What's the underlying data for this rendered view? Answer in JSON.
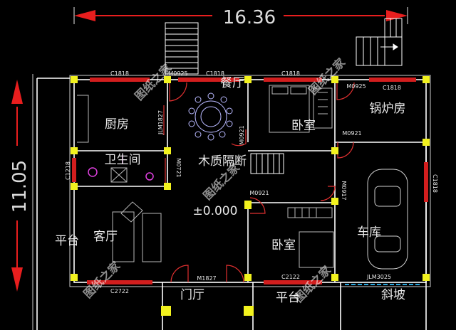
{
  "dimensions": {
    "width": "16.36",
    "depth": "11.05"
  },
  "rooms": {
    "kitchen": "厨房",
    "dining": "餐厅",
    "bedroom_top": "卧室",
    "boiler": "锅炉房",
    "bathroom": "卫生间",
    "partition": "木质隔断",
    "level": "±0.000",
    "living": "客厅",
    "platform_left": "平台",
    "bedroom_bottom": "卧室",
    "garage": "车库",
    "entry": "门厅",
    "platform_bottom": "平台",
    "ramp": "斜坡"
  },
  "codes": {
    "c1818_a": "C1818",
    "m0925_a": "M0925",
    "c1818_b": "C1818",
    "c1818_c": "C1818",
    "m0925_b": "M0925",
    "c1818_d": "C1818",
    "jlm1827": "JLM1827",
    "m0921_a": "M0921",
    "m0921_b": "M0921",
    "c1218": "C1218",
    "m0721": "M0721",
    "m0921_c": "M0921",
    "m0917": "M0917",
    "c1818_e": "C1818",
    "c2722": "C2722",
    "m1827": "M1827",
    "c2122": "C2122",
    "jlm3025": "JLM3025"
  },
  "watermark": "图纸之家",
  "colors": {
    "background": "#000000",
    "wall": "#ffffff",
    "column": "#f2f21e",
    "window": "#d21e1e",
    "door": "#e03030",
    "dimension_arrow": "#e81e1e",
    "furniture": "#b8b8b8",
    "text": "#e8e8e8"
  }
}
